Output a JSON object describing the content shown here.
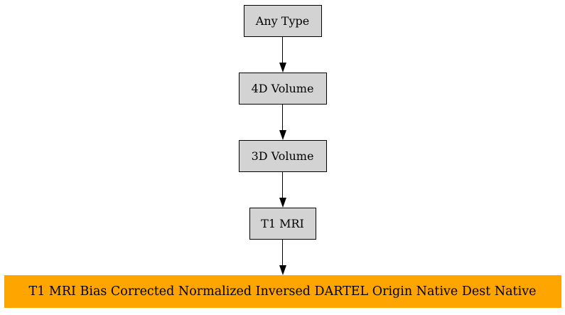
{
  "diagram": {
    "type": "flowchart",
    "direction": "top-down",
    "colors": {
      "background": "#ffffff",
      "node_fill": "#d3d3d3",
      "node_border": "#000000",
      "highlight_fill": "#ffa500",
      "text": "#000000",
      "edge": "#000000"
    },
    "nodes": [
      {
        "label": "Any Type"
      },
      {
        "label": "4D Volume"
      },
      {
        "label": "3D Volume"
      },
      {
        "label": "T1 MRI"
      },
      {
        "label": "T1 MRI Bias Corrected Normalized Inversed DARTEL Origin Native Dest Native"
      }
    ],
    "edges": [
      {
        "from": "Any Type",
        "to": "4D Volume"
      },
      {
        "from": "4D Volume",
        "to": "3D Volume"
      },
      {
        "from": "3D Volume",
        "to": "T1 MRI"
      },
      {
        "from": "T1 MRI",
        "to": "T1 MRI Bias Corrected Normalized Inversed DARTEL Origin Native Dest Native"
      }
    ]
  }
}
